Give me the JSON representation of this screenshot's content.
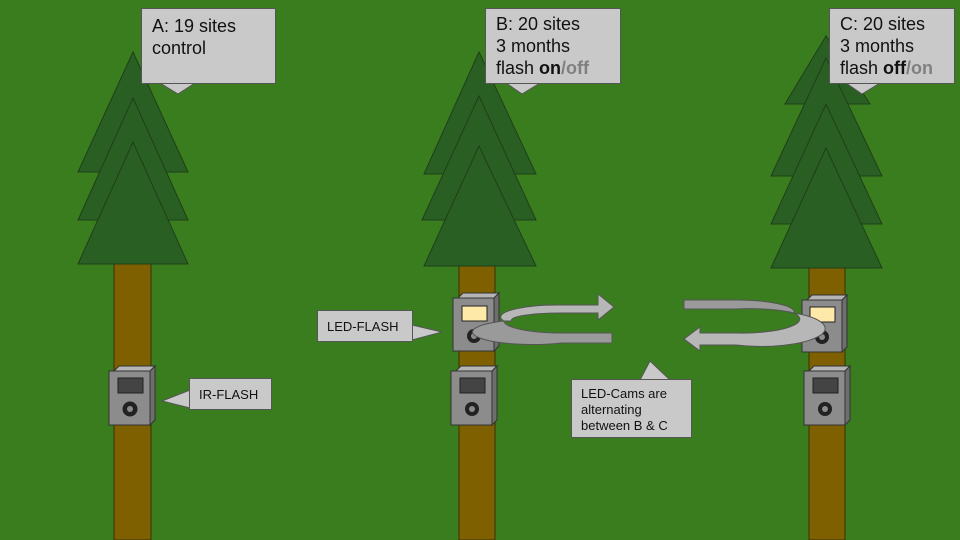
{
  "callouts": {
    "a": {
      "line1": "A: 19 sites",
      "line2": "control"
    },
    "b": {
      "line1": "B: 20 sites",
      "line2": "3 months",
      "flash_prefix": "flash ",
      "flash_first": "on",
      "flash_sep": "/",
      "flash_second": "off"
    },
    "c": {
      "line1": "C: 20 sites",
      "line2": "3 months",
      "flash_prefix": "flash ",
      "flash_first": "off",
      "flash_sep": "/",
      "flash_second": "on"
    },
    "ir_flash": "IR-FLASH",
    "led_flash": "LED-FLASH",
    "led_cams": {
      "line1": "LED-Cams are",
      "line2": "alternating",
      "line3": "between B & C"
    }
  },
  "colors": {
    "background": "#3a7d1f",
    "tree_foliage": "#2a5f24",
    "trunk": "#7f6000",
    "camera": "#8c8c8c",
    "led_flash": "#ffe9a8",
    "ir_flash": "#444444",
    "callout": "#c9c9c9",
    "arrow": "#b7b7b7"
  },
  "icons": {
    "tree": "pine-tree-icon",
    "camera": "trail-camera-icon",
    "rotation": "circular-arrow-icon"
  }
}
